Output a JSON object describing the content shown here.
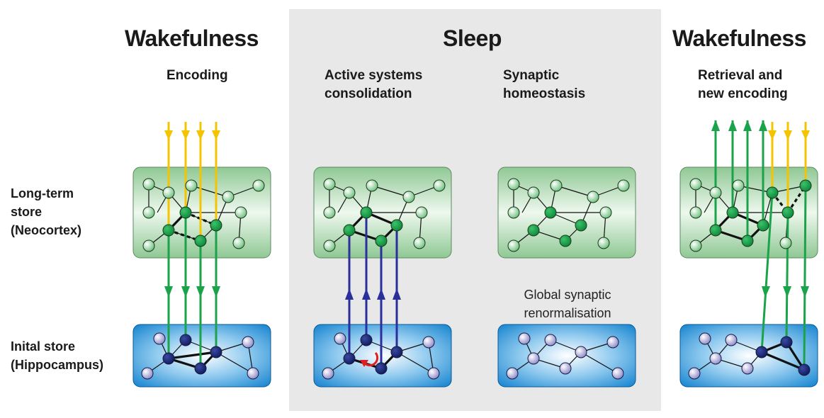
{
  "sections": {
    "left_title": "Wakefulness",
    "middle_title": "Sleep",
    "right_title": "Wakefulness"
  },
  "phases": {
    "encoding": [
      "Encoding"
    ],
    "active": [
      "Active systems",
      "consolidation"
    ],
    "homeostasis": [
      "Synaptic",
      "homeostasis"
    ],
    "retrieval": [
      "Retrieval and",
      "new encoding"
    ]
  },
  "row_labels": {
    "long_term": [
      "Long-term",
      "store",
      "(Neocortex)"
    ],
    "initial": [
      "Inital store",
      "(Hippocampus)"
    ]
  },
  "annotation": [
    "Global synaptic",
    "renormalisation"
  ],
  "colors": {
    "sleep_band": "#e8e8e8",
    "neocortex_box": "#a6d4a8",
    "hippocampus_box": "#1a8fd6",
    "input_arrow": "#f5c400",
    "transfer_arrow": "#1aa34a",
    "replay_arrow": "#2a2f9c",
    "reactivation_icon": "#e02020"
  },
  "icons": [
    "circular-reactivation-icon"
  ]
}
